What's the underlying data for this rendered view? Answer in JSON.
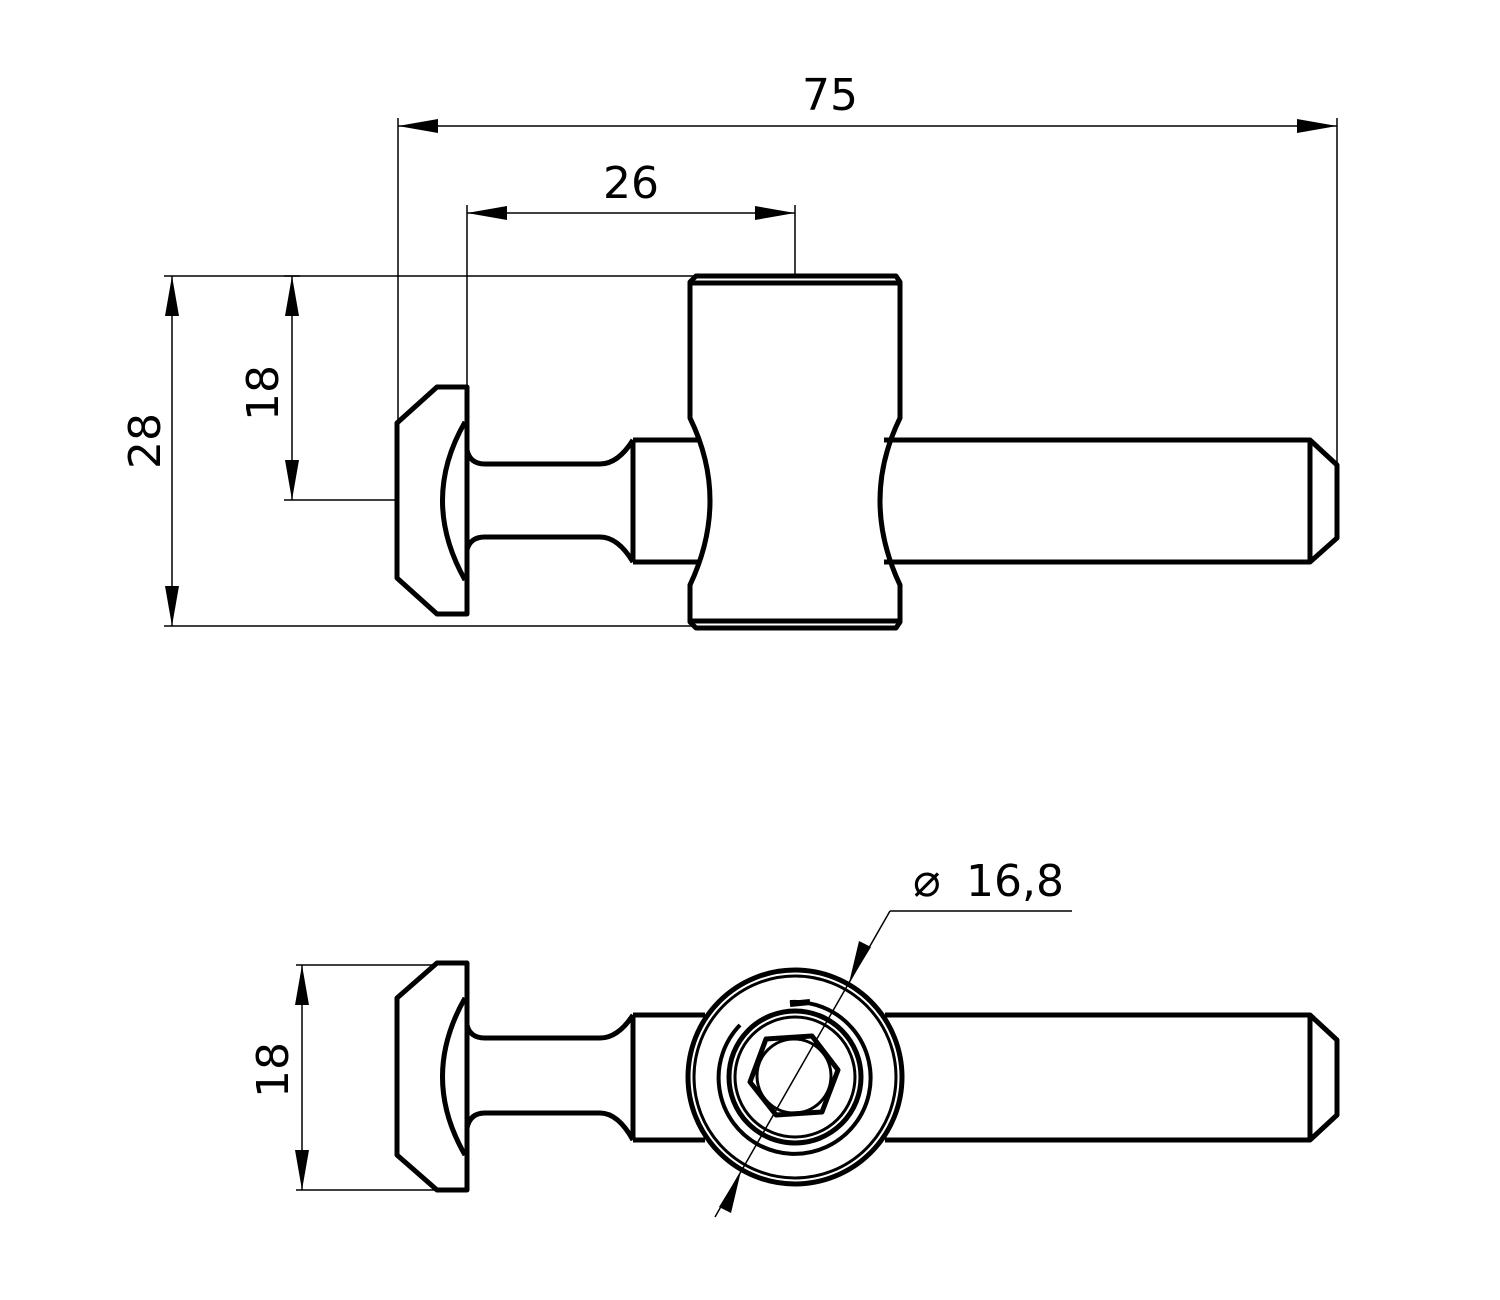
{
  "drawing": {
    "top_view": {
      "dimensions": {
        "overall_length": "75",
        "head_to_block": "26",
        "block_height": "28",
        "head_height": "18"
      }
    },
    "front_view": {
      "dimensions": {
        "head_height": "18",
        "diameter_symbol": "⌀",
        "diameter": "16,8"
      }
    },
    "colors": {
      "line": "#000000",
      "background": "#ffffff"
    }
  }
}
